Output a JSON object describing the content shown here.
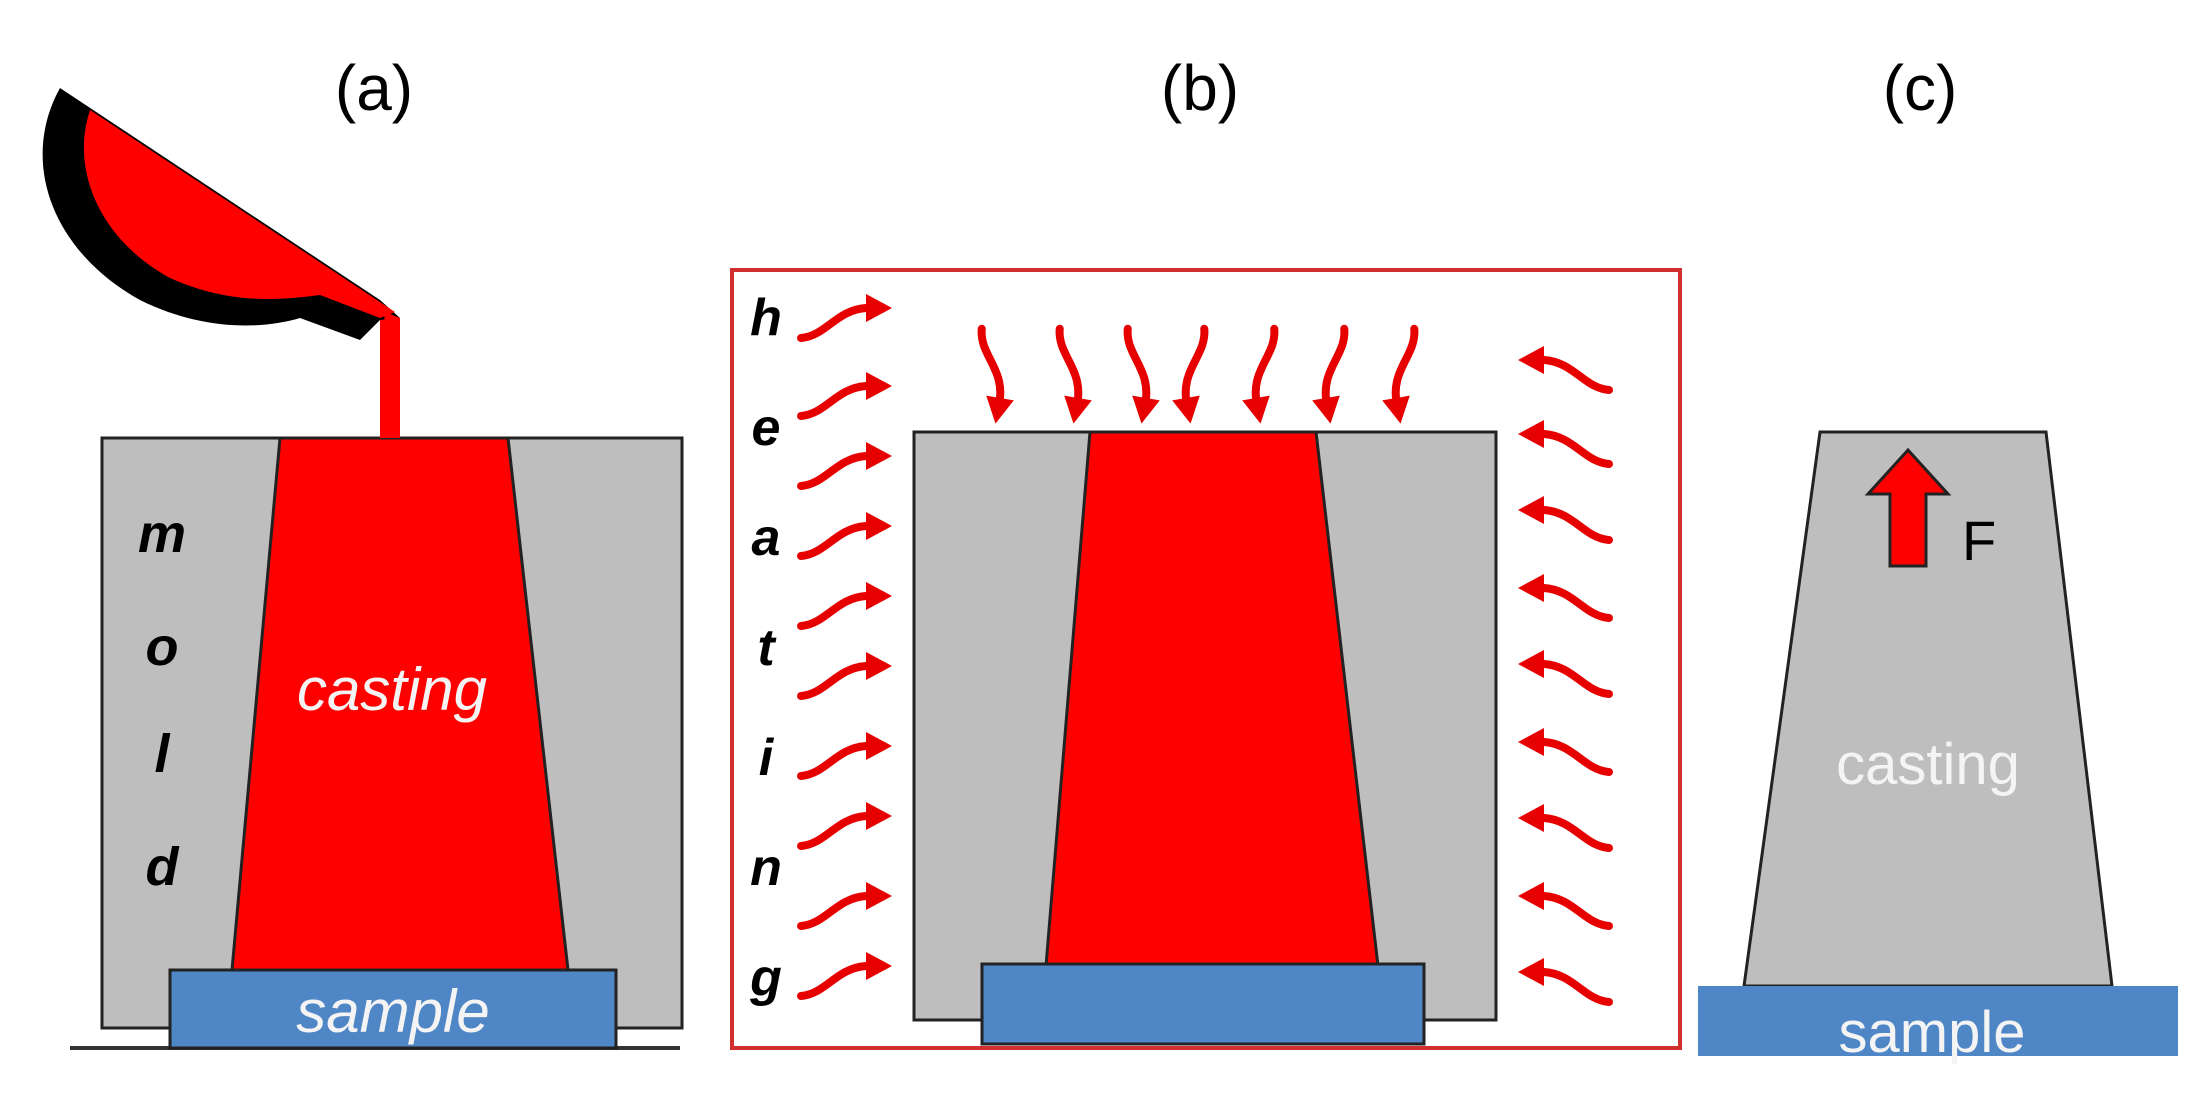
{
  "panels": {
    "a": {
      "label": "(a)",
      "mold_letters": [
        "m",
        "o",
        "l",
        "d"
      ],
      "casting_label": "casting",
      "sample_label": "sample"
    },
    "b": {
      "label": "(b)",
      "heating_letters": [
        "h",
        "e",
        "a",
        "t",
        "i",
        "n",
        "g"
      ]
    },
    "c": {
      "label": "(c)",
      "force_label": "F",
      "casting_label": "casting",
      "sample_label": "sample"
    }
  },
  "colors": {
    "molten": "#ff0000",
    "mold": "#bebebe",
    "sample": "#4f86c6",
    "ladle_outer": "#000000",
    "heat_arrow": "#e60000",
    "frame": "#d03030",
    "outline": "#222222"
  },
  "icons": {
    "ladle": "ladle-icon",
    "heat_arrow": "heat-arrow-icon",
    "force_arrow": "up-arrow-icon"
  }
}
